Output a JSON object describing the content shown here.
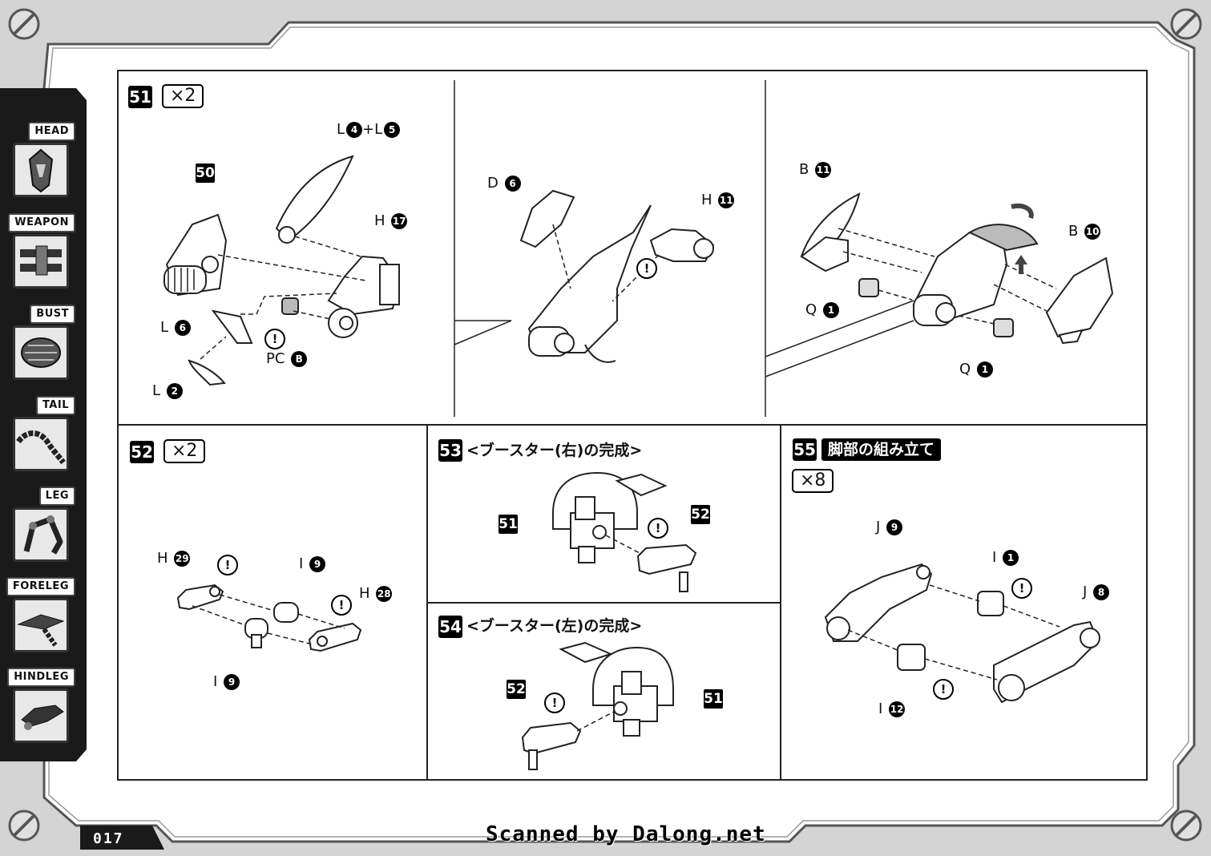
{
  "sidebar": {
    "tabs": [
      {
        "label": "HEAD",
        "icon": "head-icon"
      },
      {
        "label": "WEAPON",
        "icon": "weapon-icon"
      },
      {
        "label": "BUST",
        "icon": "bust-icon"
      },
      {
        "label": "TAIL",
        "icon": "tail-icon"
      },
      {
        "label": "LEG",
        "icon": "leg-icon"
      },
      {
        "label": "FORELEG",
        "icon": "foreleg-icon"
      },
      {
        "label": "HINDLEG",
        "icon": "hindleg-icon"
      }
    ]
  },
  "steps": {
    "s51": {
      "num": "51",
      "mult": "×2",
      "refs": {
        "sub": "50"
      },
      "labels": {
        "l4l5": "L",
        "l4n": "4",
        "plus": "+L",
        "l5n": "5",
        "h17": "H",
        "h17n": "17",
        "l6": "L",
        "l6n": "6",
        "l2": "L",
        "l2n": "2",
        "pcb": "PC",
        "pcbn": "B",
        "d6": "D",
        "d6n": "6",
        "h11": "H",
        "h11n": "11",
        "b11": "B",
        "b11n": "11",
        "b10": "B",
        "b10n": "10",
        "q1a": "Q",
        "q1an": "1",
        "q1b": "Q",
        "q1bn": "1"
      }
    },
    "s52": {
      "num": "52",
      "mult": "×2",
      "labels": {
        "h29": "H",
        "h29n": "29",
        "i9a": "I",
        "i9an": "9",
        "h28": "H",
        "h28n": "28",
        "i9b": "I",
        "i9bn": "9"
      }
    },
    "s53": {
      "num": "53",
      "title": "<ブースター(右)の完成>",
      "refs": {
        "a": "51",
        "b": "52"
      }
    },
    "s54": {
      "num": "54",
      "title": "<ブースター(左)の完成>",
      "refs": {
        "a": "52",
        "b": "51"
      }
    },
    "s55": {
      "num": "55",
      "title": "脚部の組み立て",
      "mult": "×8",
      "labels": {
        "j9": "J",
        "j9n": "9",
        "i1": "I",
        "i1n": "1",
        "j8": "J",
        "j8n": "8",
        "i12": "I",
        "i12n": "12"
      }
    }
  },
  "warning_glyph": "!",
  "footer": {
    "page": "017",
    "scan": "Scanned by Dalong.net"
  }
}
